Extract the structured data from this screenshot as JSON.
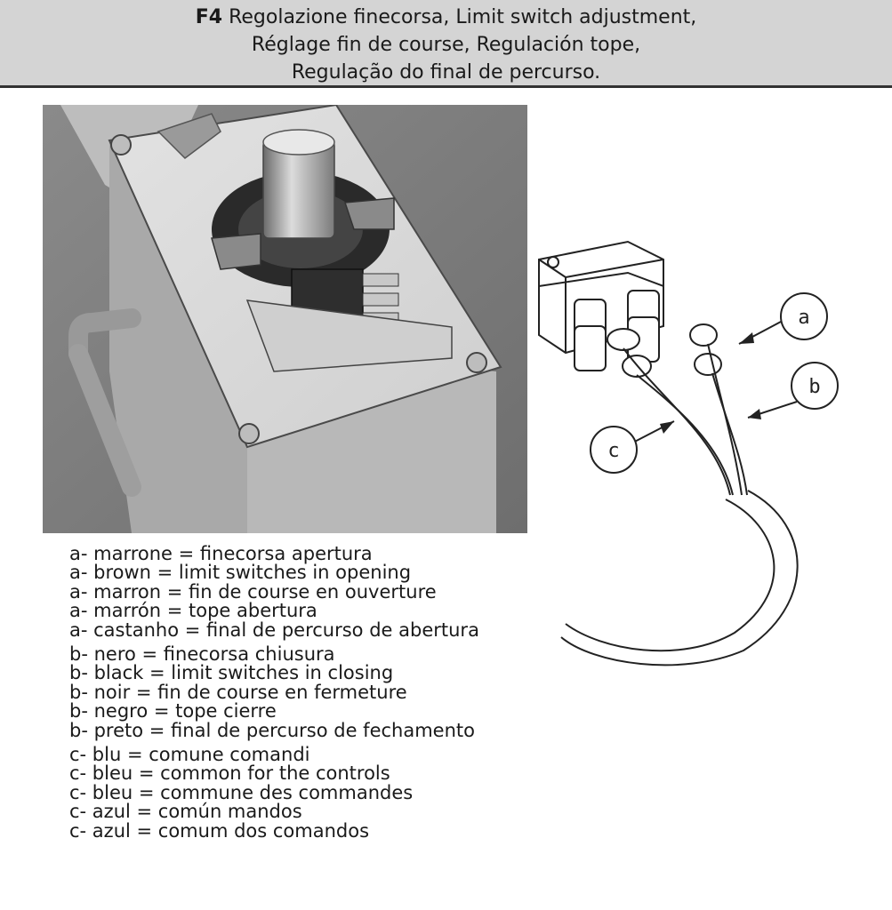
{
  "header": {
    "code": "F4",
    "line1_rest": " Regolazione finecorsa, Limit switch adjustment,",
    "line2": "Réglage fin de course, Regulación tope,",
    "line3": "Regulação do final de percurso."
  },
  "callouts": {
    "a": "a",
    "b": "b",
    "c": "c"
  },
  "legend": {
    "groups": [
      {
        "lines": [
          "a- marrone = finecorsa apertura",
          "a- brown = limit switches in opening",
          "a- marron = fin de course en ouverture",
          "a- marrón = tope abertura",
          "a- castanho = final de percurso de abertura"
        ]
      },
      {
        "lines": [
          "b- nero = finecorsa chiusura",
          "b- black = limit switches in closing",
          "b- noir = fin de course en fermeture",
          "b- negro = tope cierre",
          "b- preto = final de percurso de fechamento"
        ]
      },
      {
        "lines": [
          "c- blu = comune comandi",
          "c- bleu = common for the controls",
          "c- bleu = commune des commandes",
          "c- azul = común mandos",
          "c- azul = comum dos comandos"
        ]
      }
    ]
  },
  "colors": {
    "header_bg": "#d4d4d4",
    "header_rule": "#333333",
    "text": "#1a1a1a"
  }
}
